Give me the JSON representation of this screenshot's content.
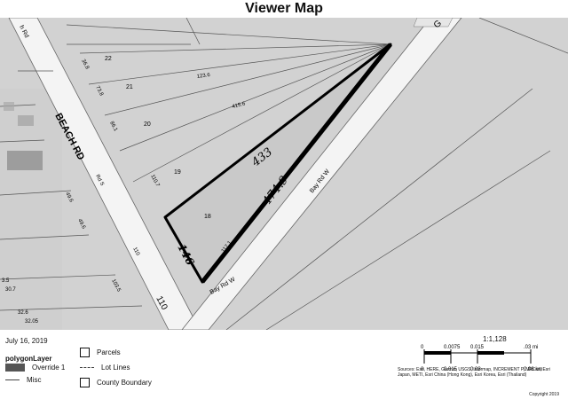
{
  "title": "Viewer Map",
  "map": {
    "road_labels": {
      "beach_rd": "BEACH RD",
      "beach_rd_small": "h Rd",
      "bay_rd_w_1": "Bay Rd W",
      "bay_rd_w_2": "Bay Rd W",
      "rd_s": "Rd S",
      "hwy_110": "110",
      "g_road": "G"
    },
    "lot_numbers": [
      "22",
      "21",
      "20",
      "19",
      "18"
    ],
    "handwritten": {
      "side_a": "433",
      "side_b": "474.9",
      "side_c": "146"
    },
    "dims": {
      "d1": "36.8",
      "d2": "73.8",
      "d3": "86.1",
      "d4": "103.5",
      "d5": "110.7",
      "d6": "117.1",
      "d7": "123.6",
      "d8": "415.6",
      "d9": "110",
      "d10": "49.6",
      "d11": "49.6",
      "d12": "3.5",
      "d13": "30.7",
      "d14": "32.6",
      "d15": "32.05"
    }
  },
  "footer": {
    "date": "July 16, 2019",
    "layer_title": "polygonLayer",
    "override": "Override 1",
    "misc": "Misc",
    "parcels": "Parcels",
    "lot_lines": "Lot Lines",
    "county_boundary": "County Boundary",
    "scale_ratio": "1:1,128",
    "scale_top": [
      "0",
      "0.0075",
      "0.015",
      ".03 mi"
    ],
    "scale_bottom": [
      "0",
      "0.015",
      "0.03",
      "0.06 km"
    ],
    "sources": "Sources: Esri, HERE, Garmin, USGS, Intermap, INCREMENT P, NRCan, Esri Japan, METI, Esri China (Hong Kong), Esri Korea, Esri (Thailand)",
    "copyright": "Copyright 2019"
  }
}
